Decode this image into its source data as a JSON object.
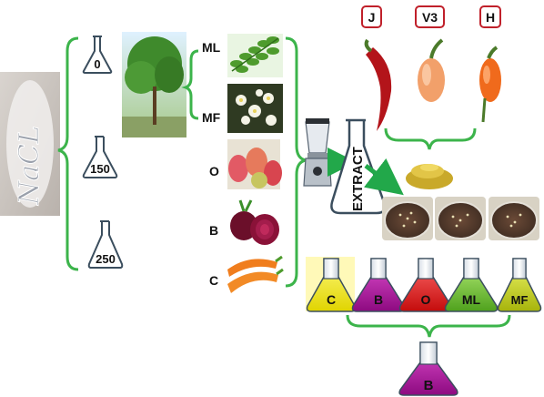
{
  "salt_photo_text": "NaCL",
  "concentrations": [
    "0",
    "150",
    "250"
  ],
  "sources": {
    "ML": "ML",
    "MF": "MF",
    "O": "O",
    "B": "B",
    "C": "C"
  },
  "extract_label": "EXTRACT",
  "pepper_labels": [
    "J",
    "V3",
    "H"
  ],
  "extract_flasks": [
    "C",
    "B",
    "O",
    "ML",
    "MF"
  ],
  "final_flask": "B",
  "colors": {
    "bracket_green": "#3cb44b",
    "arrow_green": "#22a84a",
    "flask_outline": "#3b4e5e",
    "pepper_box_border": "#c0202a",
    "flask_C": "#f2ec10",
    "flask_B": "#b2109f",
    "flask_O": "#ee1b1b",
    "flask_ML": "#7ac93a",
    "flask_MF": "#c9d81b"
  }
}
